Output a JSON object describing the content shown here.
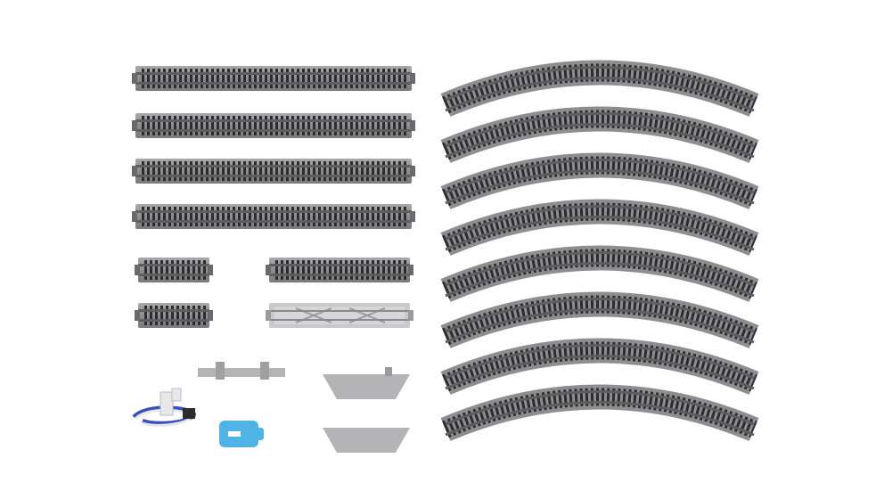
{
  "scene": {
    "background": "#ffffff",
    "colors": {
      "ballast": "#8e8e90",
      "ballast_light": "#a9a9ab",
      "tie": "#2c2c2e",
      "rail": "#5e5e60",
      "rail_highlight": "#b8b8ba",
      "bumper_body": "#c9c9cb",
      "accessory_gray": "#b4b4b6",
      "cable_blue": "#3a4fb8",
      "cable_white": "#e8e8ec",
      "uncoupler_blue": "#4fb3e6"
    },
    "items": {
      "long_straight_tracks": 4,
      "short_straight_tracks": 2,
      "medium_straight_track": 1,
      "feeder_track": 1,
      "curved_tracks": 8,
      "track_clips": 1,
      "ramp_pieces": 2,
      "power_cable": 1,
      "rerailer_tool": 1
    }
  }
}
